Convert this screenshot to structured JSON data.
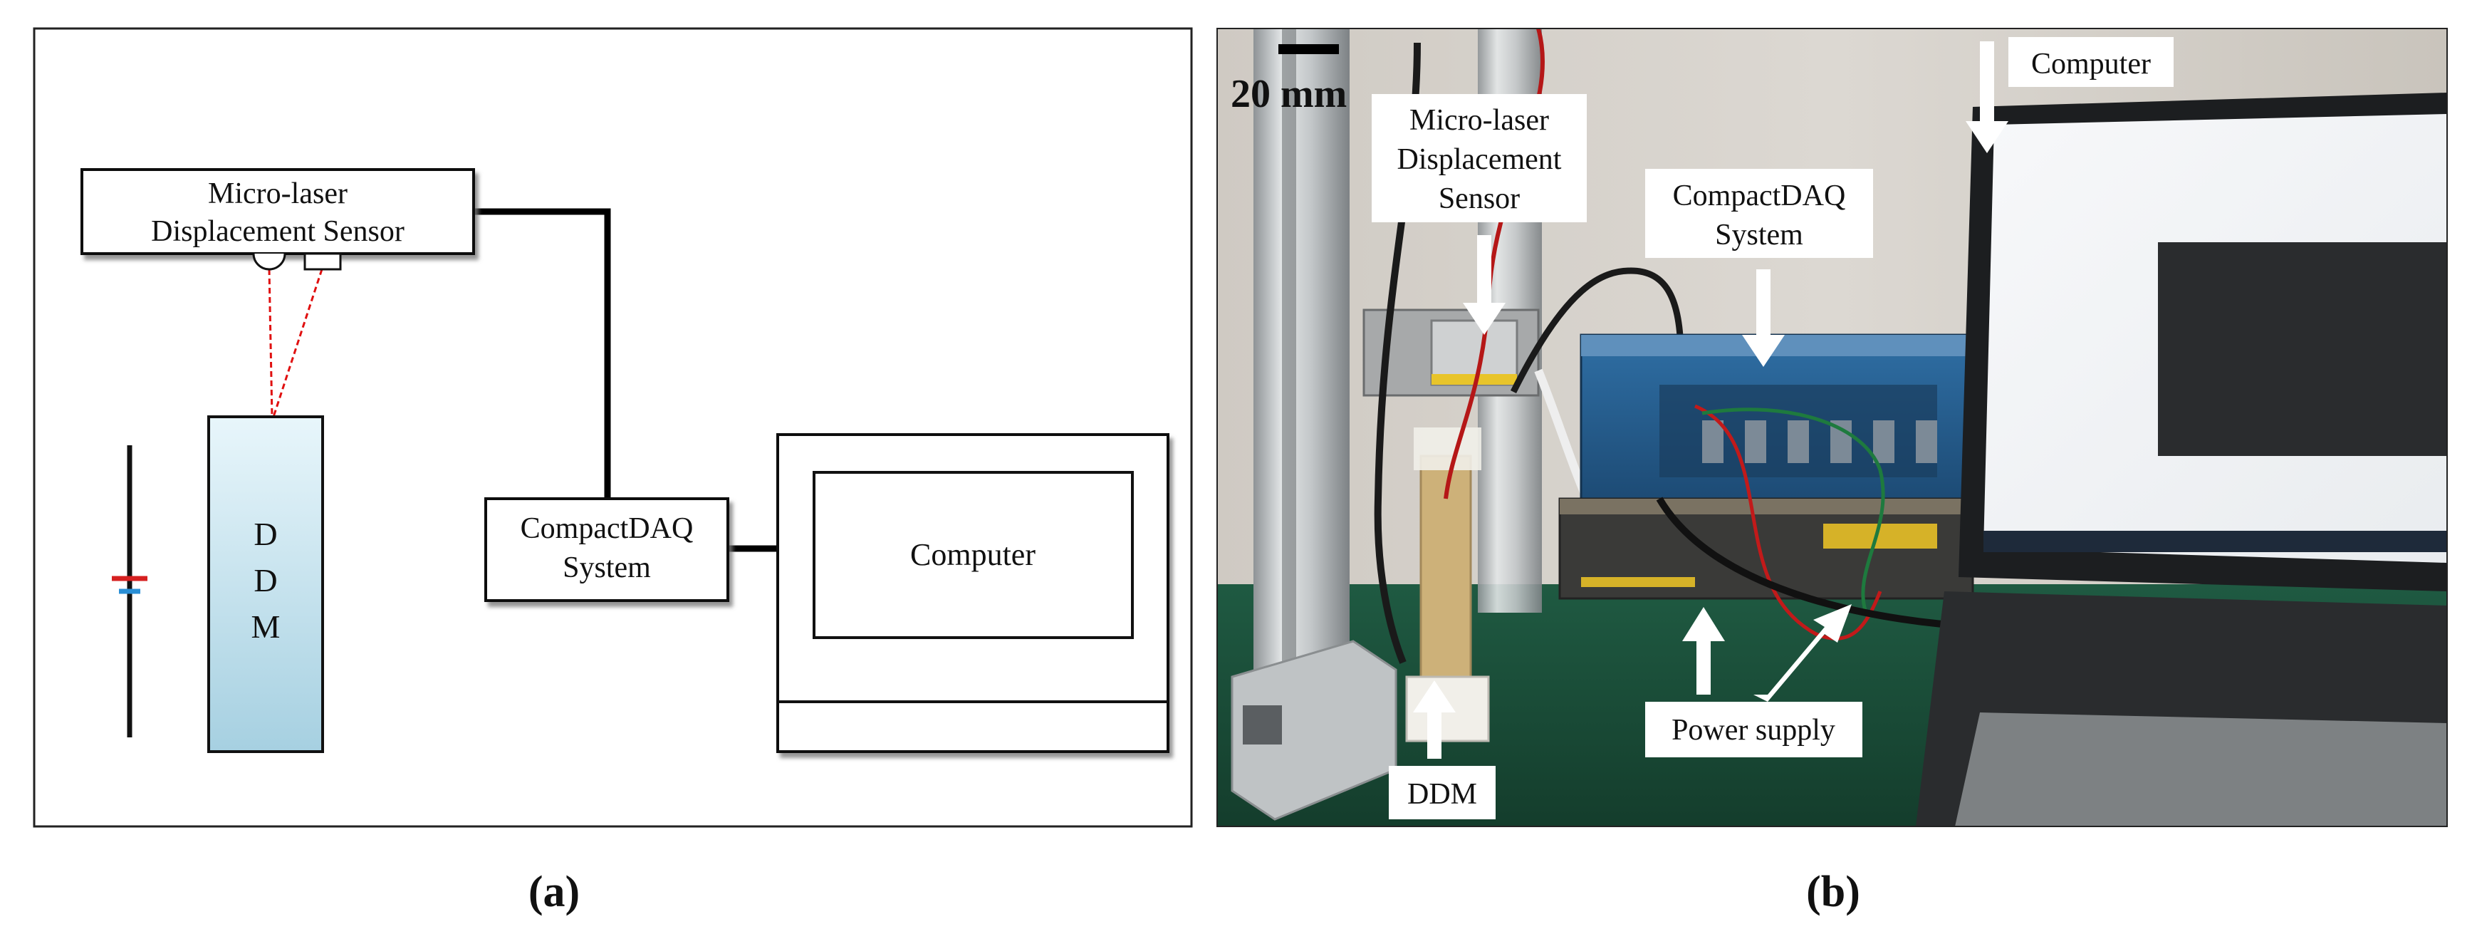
{
  "panel_a": {
    "sensor_label": [
      "Micro-laser",
      "Displacement Sensor"
    ],
    "ddm_label": [
      "D",
      "D",
      "M"
    ],
    "daq_label": [
      "CompactDAQ",
      "System"
    ],
    "computer_label": "Computer",
    "caption": "(a)",
    "colors": {
      "laser_beam": "#e01010",
      "ddm_fill_top": "#e8f6fb",
      "ddm_fill_bottom": "#a9d3e3",
      "electrode_red": "#d62020",
      "electrode_blue": "#2a8fd6"
    }
  },
  "panel_b": {
    "scale_label": "20 mm",
    "sensor_label": [
      "Micro-laser",
      "Displacement",
      "Sensor"
    ],
    "daq_label": [
      "CompactDAQ",
      "System"
    ],
    "computer_label": "Computer",
    "power_label": "Power supply",
    "ddm_label": "DDM",
    "caption": "(b)"
  }
}
